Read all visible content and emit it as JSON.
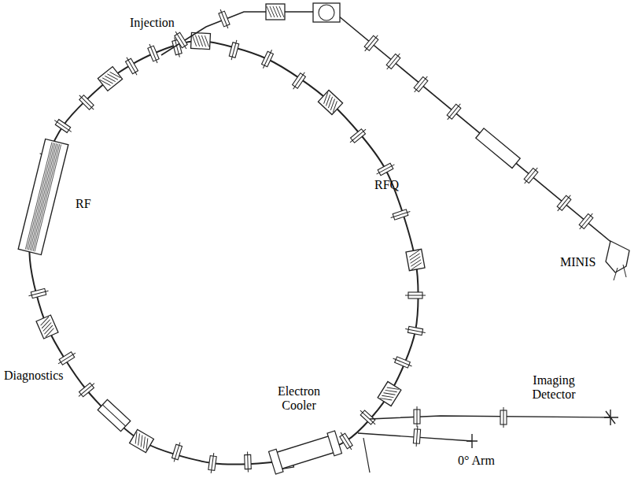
{
  "diagram": {
    "labels": [
      "Injection",
      "RF",
      "Diagnostics",
      "Electron Cooler",
      "Imaging Detector",
      "0° Arm",
      "RFQ",
      "MINIS"
    ]
  }
}
